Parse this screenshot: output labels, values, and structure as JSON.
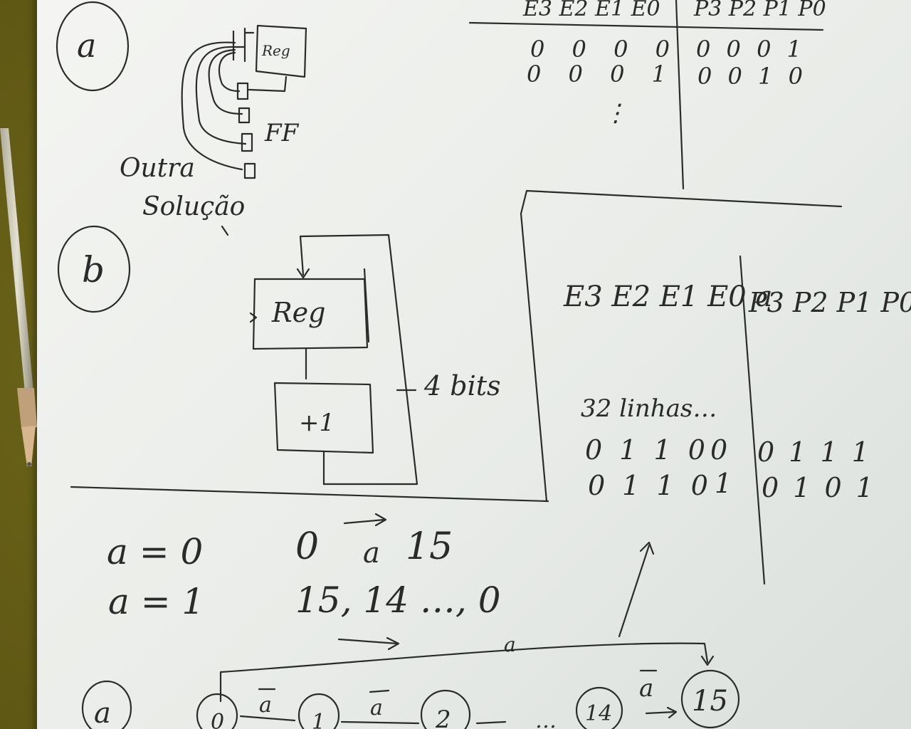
{
  "labels": {
    "part_a": "a",
    "part_b": "b",
    "part_c": "a",
    "reg_small": "Reg",
    "ff": "FF",
    "outra": "Outra",
    "solucao": "Solução",
    "reg_b": "Reg",
    "plus_one": "+1",
    "four_bits": "4 bits"
  },
  "table_top": {
    "header_left": "E3 E2 E1 E0",
    "header_right": "P3 P2 P1 P0",
    "rows": [
      {
        "e": "0 0 0 0",
        "p": "0 0 0 1"
      },
      {
        "e": "0 0 0 1",
        "p": "0 0 1 0"
      }
    ],
    "ellipsis": "⋮"
  },
  "table_right": {
    "header_left": "E3 E2 E1 E0 a",
    "header_right": "P3 P2 P1 P0",
    "note": "32 linhas…",
    "rows": [
      {
        "e": "0 1 1 0",
        "a": "0",
        "p": "0 1 1 1"
      },
      {
        "e": "0 1 1 0",
        "a": "1",
        "p": "0 1 0 1"
      }
    ]
  },
  "conditions": [
    {
      "cond": "a = 0",
      "range_start": "0",
      "word": "a",
      "range_end": "15"
    },
    {
      "cond": "a = 1",
      "sequence": "15, 14 …, 0"
    }
  ],
  "state_diagram": {
    "states": [
      "0",
      "1",
      "2",
      "…",
      "14",
      "15"
    ],
    "edge_label": "a",
    "edge_label_neg": "a"
  }
}
